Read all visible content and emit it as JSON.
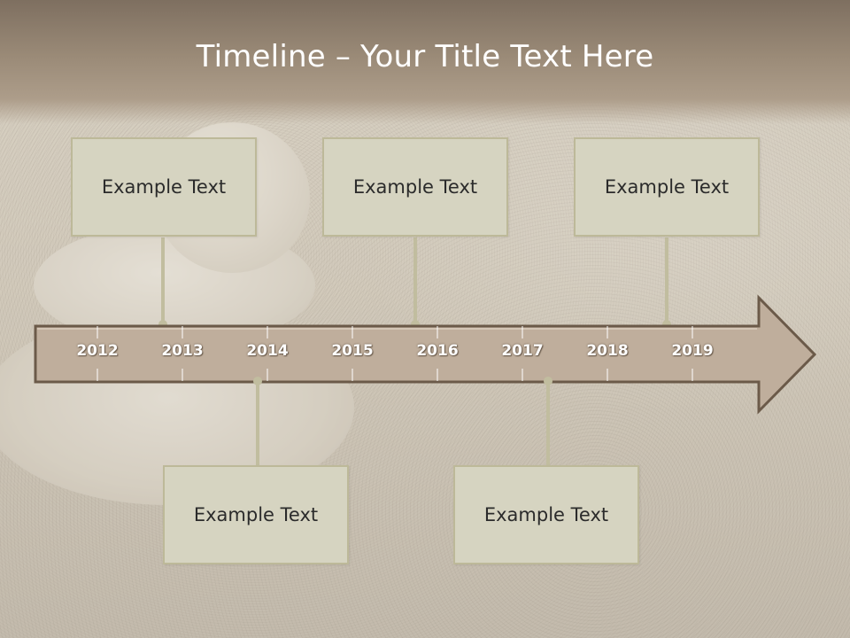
{
  "title": "Timeline – Your Title Text Here",
  "years": [
    "2012",
    "2013",
    "2014",
    "2015",
    "2016",
    "2017",
    "2018",
    "2019"
  ],
  "events": [
    {
      "text": "Example Text"
    },
    {
      "text": "Example Text"
    },
    {
      "text": "Example Text"
    },
    {
      "text": "Example Text"
    },
    {
      "text": "Example Text"
    }
  ],
  "colors": {
    "arrow_fill": "#bfae9c",
    "arrow_stroke": "#6b5a49",
    "box_fill": "#d6d4c1",
    "box_border": "#bdb999",
    "connector": "#c1bd9f",
    "title_text": "#ffffff",
    "year_text": "#ffffff"
  }
}
